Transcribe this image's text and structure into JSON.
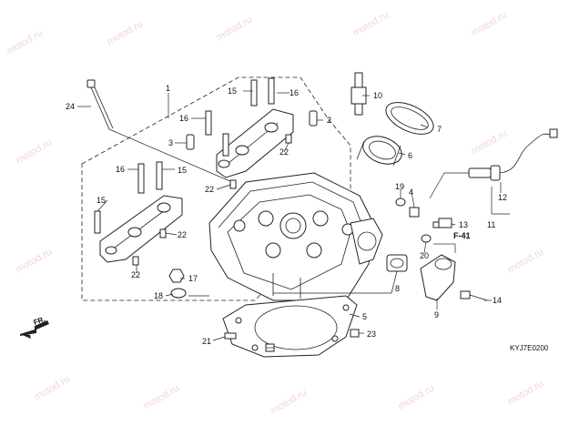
{
  "diagram": {
    "reference_code": "KYJ7E0200",
    "direction_label": "FR.",
    "section_ref": "F-41",
    "watermark": "motod.ru",
    "callouts": [
      {
        "id": "c1",
        "label": "1"
      },
      {
        "id": "c2",
        "label": "2"
      },
      {
        "id": "c3",
        "label": "3"
      },
      {
        "id": "c4",
        "label": "4"
      },
      {
        "id": "c5",
        "label": "5"
      },
      {
        "id": "c6",
        "label": "6"
      },
      {
        "id": "c7",
        "label": "7"
      },
      {
        "id": "c8",
        "label": "8"
      },
      {
        "id": "c9",
        "label": "9"
      },
      {
        "id": "c10",
        "label": "10"
      },
      {
        "id": "c11",
        "label": "11"
      },
      {
        "id": "c12",
        "label": "12"
      },
      {
        "id": "c13",
        "label": "13"
      },
      {
        "id": "c14",
        "label": "14"
      },
      {
        "id": "c15a",
        "label": "15"
      },
      {
        "id": "c15b",
        "label": "15"
      },
      {
        "id": "c15c",
        "label": "15"
      },
      {
        "id": "c16a",
        "label": "16"
      },
      {
        "id": "c16b",
        "label": "16"
      },
      {
        "id": "c16c",
        "label": "16"
      },
      {
        "id": "c17",
        "label": "17"
      },
      {
        "id": "c18",
        "label": "18"
      },
      {
        "id": "c19",
        "label": "19"
      },
      {
        "id": "c20",
        "label": "20"
      },
      {
        "id": "c21",
        "label": "21"
      },
      {
        "id": "c22a",
        "label": "22"
      },
      {
        "id": "c22b",
        "label": "22"
      },
      {
        "id": "c22c",
        "label": "22"
      },
      {
        "id": "c22d",
        "label": "22"
      },
      {
        "id": "c23",
        "label": "23"
      },
      {
        "id": "c24",
        "label": "24"
      }
    ]
  }
}
